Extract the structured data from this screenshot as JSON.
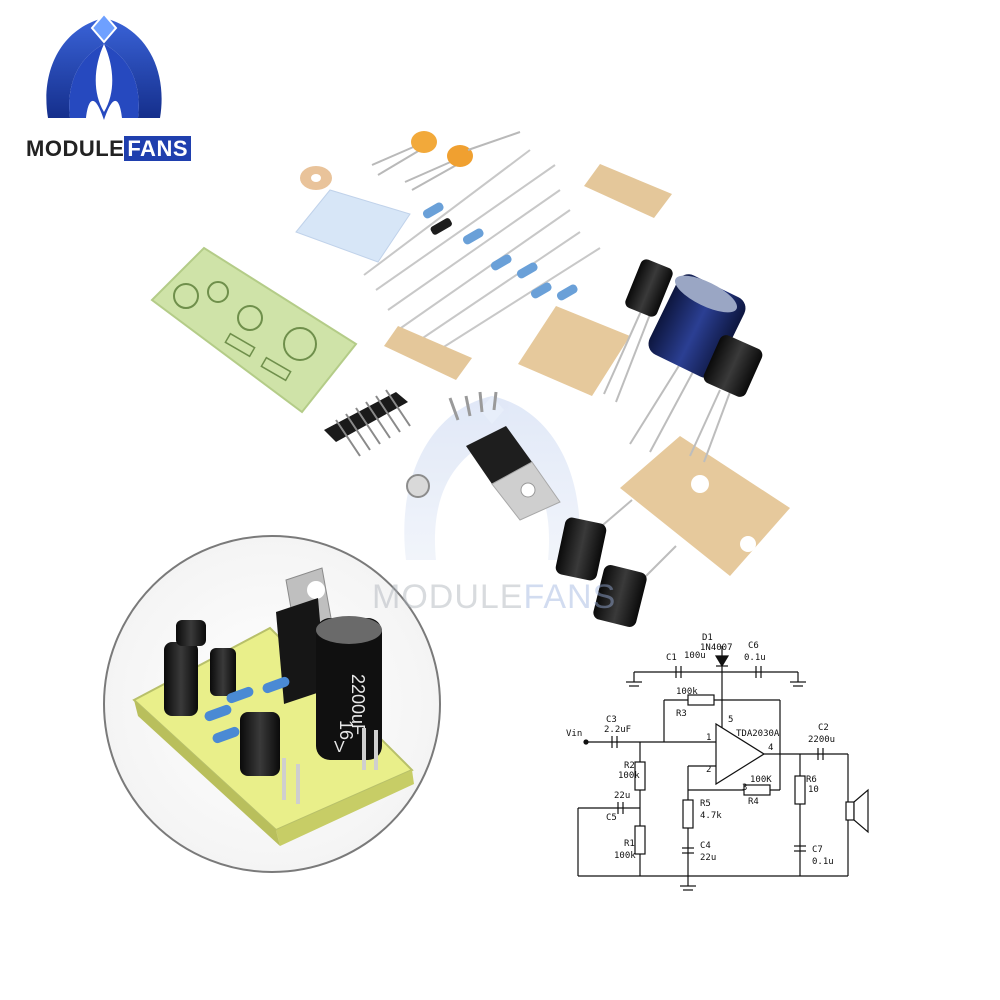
{
  "brand": {
    "module": "MODULE",
    "fans": "FANS"
  },
  "watermark": {
    "module": "MODULE",
    "fans": "FANS"
  },
  "capacitor_print": {
    "cap": "2200uF",
    "volt": "16",
    "unit": "V"
  },
  "schematic": {
    "input": "Vin",
    "ic": "TDA2030A",
    "d1": "D1",
    "d1_part": "1N4007",
    "c1": "C1",
    "c1_val": "100u",
    "c2": "C2",
    "c2_val": "2200u",
    "c3": "C3",
    "c3_val": "2.2uF",
    "c4": "C4",
    "c4_val": "22u",
    "c5": "C5",
    "c5_val": "22u",
    "c6": "C6",
    "c6_val": "0.1u",
    "c7": "C7",
    "c7_val": "0.1u",
    "r1": "R1",
    "r1_val": "100k",
    "r2": "R2",
    "r2_val": "100k",
    "r3": "R3",
    "r3_val": "100k",
    "r4": "R4",
    "r4_val": "100K",
    "r5": "R5",
    "r5_val": "4.7k",
    "r6": "R6",
    "r6_val": "10",
    "pin1": "1",
    "pin2": "2",
    "pin3": "3",
    "pin4": "4",
    "pin5": "5"
  },
  "colors": {
    "brand_blue": "#1f3fae",
    "pcb_green": "#cfe3a8",
    "cap_blue": "#1b2a6b",
    "paper_tape": "#e4c79a"
  }
}
